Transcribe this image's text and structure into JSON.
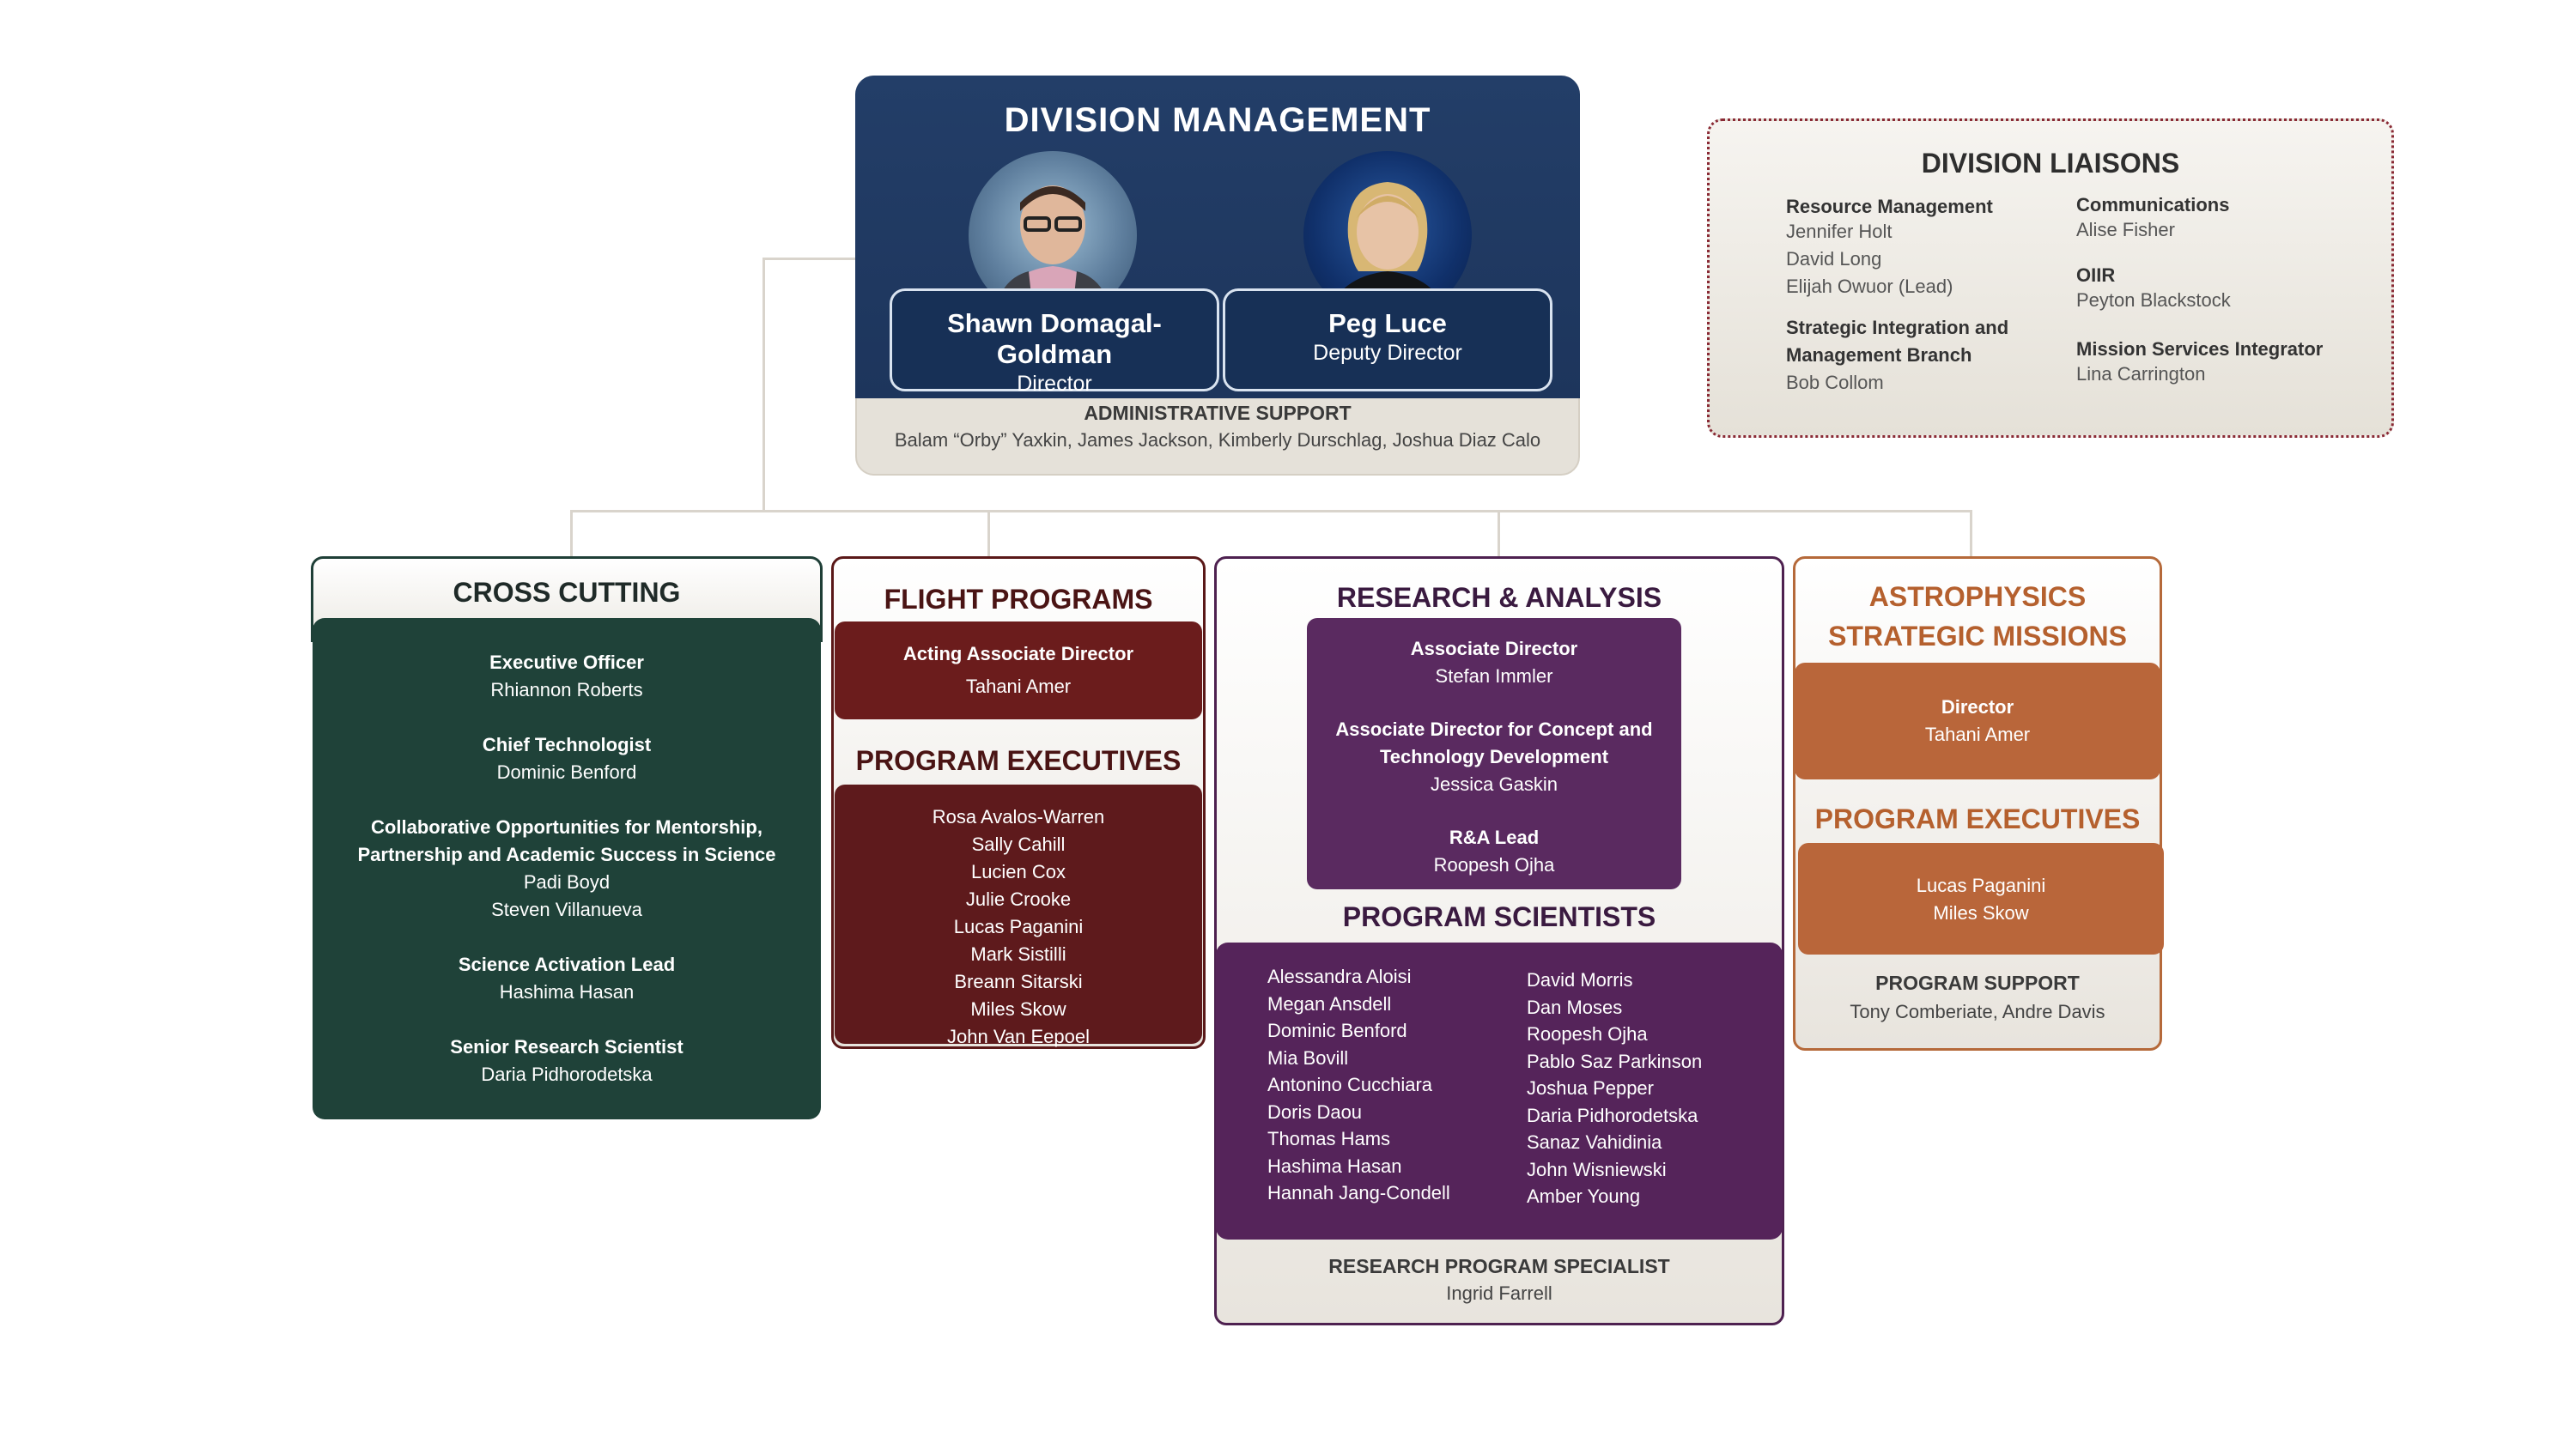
{
  "division_management": {
    "title": "DIVISION MANAGEMENT",
    "director": {
      "name": "Shawn Domagal-Goldman",
      "role": "Director"
    },
    "deputy": {
      "name": "Peg Luce",
      "role": "Deputy Director"
    },
    "admin_support": {
      "title": "ADMINISTRATIVE SUPPORT",
      "names": "Balam “Orby” Yaxkin, James Jackson, Kimberly Durschlag, Joshua Diaz Calo"
    }
  },
  "liaisons": {
    "title": "DIVISION LIAISONS",
    "left": [
      {
        "heading": "Resource Management",
        "names": [
          "Jennifer Holt",
          "David Long",
          "Elijah Owuor (Lead)"
        ]
      },
      {
        "heading_lines": [
          "Strategic Integration and",
          "Management Branch"
        ],
        "names": [
          "Bob Collom"
        ]
      }
    ],
    "right": [
      {
        "heading": "Communications",
        "names": [
          "Alise Fisher"
        ]
      },
      {
        "heading": "OIIR",
        "names": [
          "Peyton Blackstock"
        ]
      },
      {
        "heading": "Mission Services Integrator",
        "names": [
          "Lina Carrington"
        ]
      }
    ]
  },
  "cross_cutting": {
    "title": "CROSS CUTTING",
    "items": [
      {
        "title": "Executive Officer",
        "names": [
          "Rhiannon Roberts"
        ]
      },
      {
        "title": "Chief Technologist",
        "names": [
          "Dominic Benford"
        ]
      },
      {
        "title_lines": [
          "Collaborative Opportunities for Mentorship,",
          "Partnership and Academic Success in Science"
        ],
        "names": [
          "Padi Boyd",
          "Steven Villanueva"
        ]
      },
      {
        "title": "Science Activation Lead",
        "names": [
          "Hashima Hasan"
        ]
      },
      {
        "title": "Senior Research Scientist",
        "names": [
          "Daria Pidhorodetska"
        ]
      }
    ]
  },
  "flight_programs": {
    "title": "FLIGHT PROGRAMS",
    "acting_ad": {
      "title": "Acting Associate Director",
      "name": "Tahani Amer"
    },
    "pe_title": "PROGRAM EXECUTIVES",
    "program_executives": [
      "Rosa Avalos-Warren",
      "Sally Cahill",
      "Lucien Cox",
      "Julie Crooke",
      "Lucas Paganini",
      "Mark Sistilli",
      "Breann Sitarski",
      "Miles Skow",
      "John Van Eepoel"
    ]
  },
  "research_analysis": {
    "title": "RESEARCH & ANALYSIS",
    "associate_director": {
      "title": "Associate Director",
      "name": "Stefan Immler"
    },
    "ad_concept": {
      "title_lines": [
        "Associate Director for Concept and",
        "Technology Development"
      ],
      "name": "Jessica Gaskin"
    },
    "ra_lead": {
      "title": "R&A Lead",
      "name": "Roopesh Ojha"
    },
    "ps_title": "PROGRAM SCIENTISTS",
    "scientists_left": [
      "Alessandra Aloisi",
      "Megan Ansdell",
      "Dominic Benford",
      "Mia Bovill",
      "Antonino Cucchiara",
      "Doris Daou",
      "Thomas Hams",
      "Hashima Hasan",
      "Hannah Jang-Condell"
    ],
    "scientists_right": [
      "David Morris",
      "Dan Moses",
      "Roopesh Ojha",
      "Pablo Saz Parkinson",
      "Joshua Pepper",
      "Daria Pidhorodetska",
      "Sanaz Vahidinia",
      "John Wisniewski",
      "Amber Young"
    ],
    "rps": {
      "title": "RESEARCH PROGRAM SPECIALIST",
      "name": "Ingrid Farrell"
    }
  },
  "asm": {
    "title_lines": [
      "ASTROPHYSICS",
      "STRATEGIC MISSIONS"
    ],
    "director": {
      "title": "Director",
      "name": "Tahani Amer"
    },
    "pe_title": "PROGRAM EXECUTIVES",
    "program_executives": [
      "Lucas Paganini",
      "Miles Skow"
    ],
    "program_support": {
      "title": "PROGRAM SUPPORT",
      "names": "Tony Comberiate, Andre Davis"
    }
  }
}
